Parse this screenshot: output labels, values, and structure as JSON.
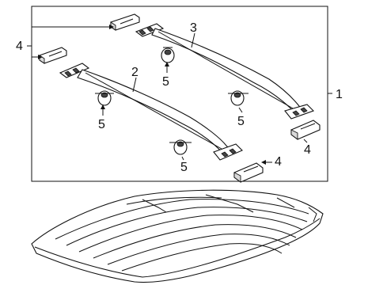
{
  "diagram": {
    "callouts": {
      "assembly": "1",
      "front_crossbar": "2",
      "rear_crossbar": "3",
      "end_cover_upper_left": "4",
      "end_cover_right_middle": "4",
      "end_cover_right_lower": "4",
      "fastener_a": "5",
      "fastener_b": "5",
      "fastener_c": "5",
      "fastener_d": "5"
    }
  }
}
